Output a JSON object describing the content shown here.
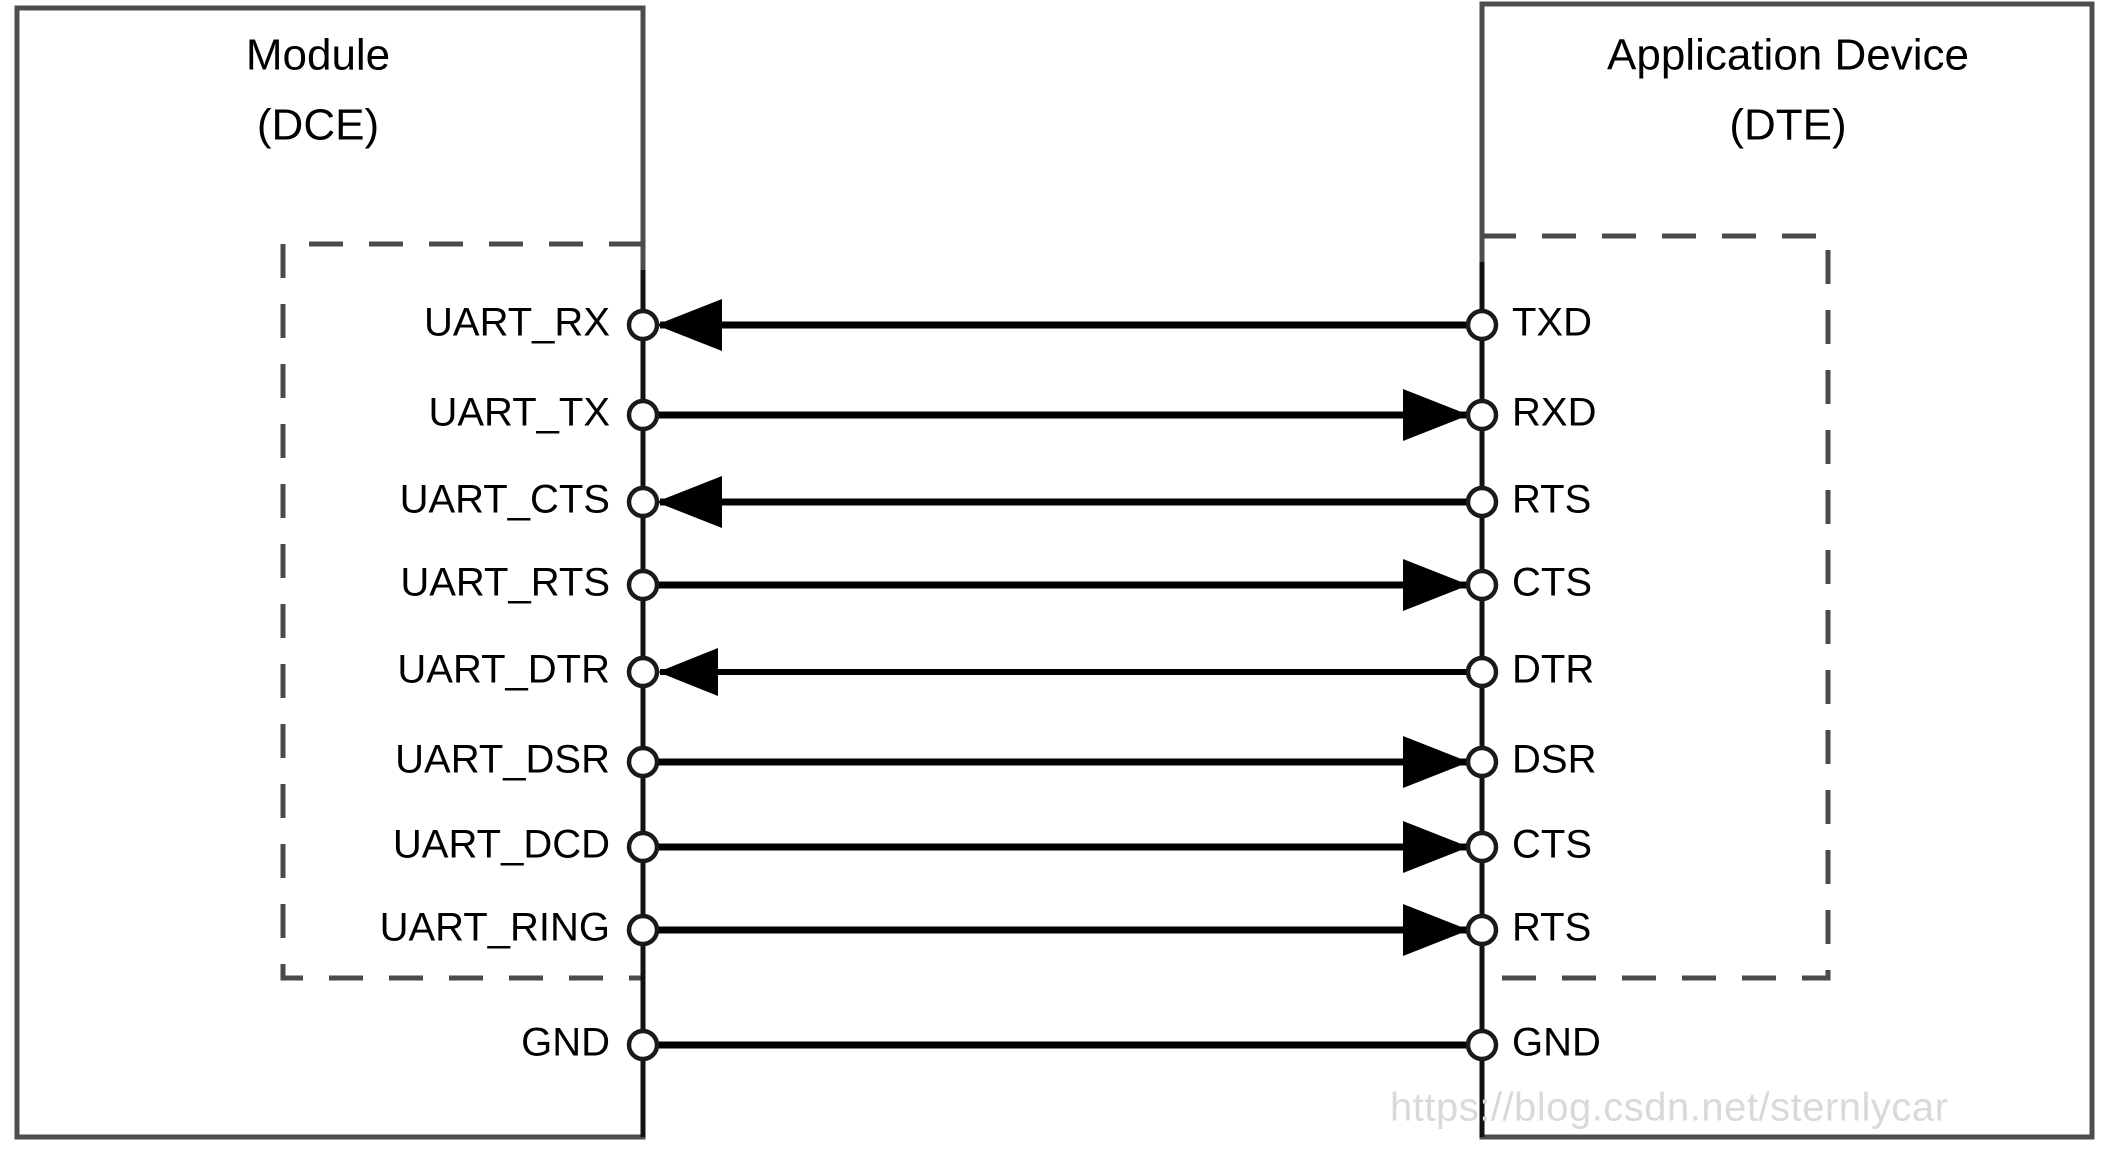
{
  "diagram": {
    "type": "uart-serial-interconnect",
    "colors": {
      "background": "#ffffff",
      "box_outline": "#4d4d4d",
      "dashed_outline": "#4a4a4a",
      "wire": "#000000",
      "pin_fill": "#ffffff",
      "pin_stroke": "#1a1a1a",
      "text": "#000000",
      "watermark": "#d9d9d9"
    },
    "left_box": {
      "title_line1": "Module",
      "title_line2": "(DCE)"
    },
    "right_box": {
      "title_line1": "Application Device",
      "title_line2": "(DTE)"
    },
    "connections": [
      {
        "left": "UART_RX",
        "right": "TXD",
        "direction": "left",
        "arrow": true
      },
      {
        "left": "UART_TX",
        "right": "RXD",
        "direction": "right",
        "arrow": true
      },
      {
        "left": "UART_CTS",
        "right": "RTS",
        "direction": "left",
        "arrow": true
      },
      {
        "left": "UART_RTS",
        "right": "CTS",
        "direction": "right",
        "arrow": true
      },
      {
        "left": "UART_DTR",
        "right": "DTR",
        "direction": "left",
        "arrow": true
      },
      {
        "left": "UART_DSR",
        "right": "DSR",
        "direction": "right",
        "arrow": true
      },
      {
        "left": "UART_DCD",
        "right": "CTS",
        "direction": "right",
        "arrow": true
      },
      {
        "left": "UART_RING",
        "right": "RTS",
        "direction": "right",
        "arrow": true
      }
    ],
    "ground": {
      "left": "GND",
      "right": "GND",
      "direction": "none",
      "arrow": false
    },
    "watermark": "https://blog.csdn.net/sternlycar"
  }
}
